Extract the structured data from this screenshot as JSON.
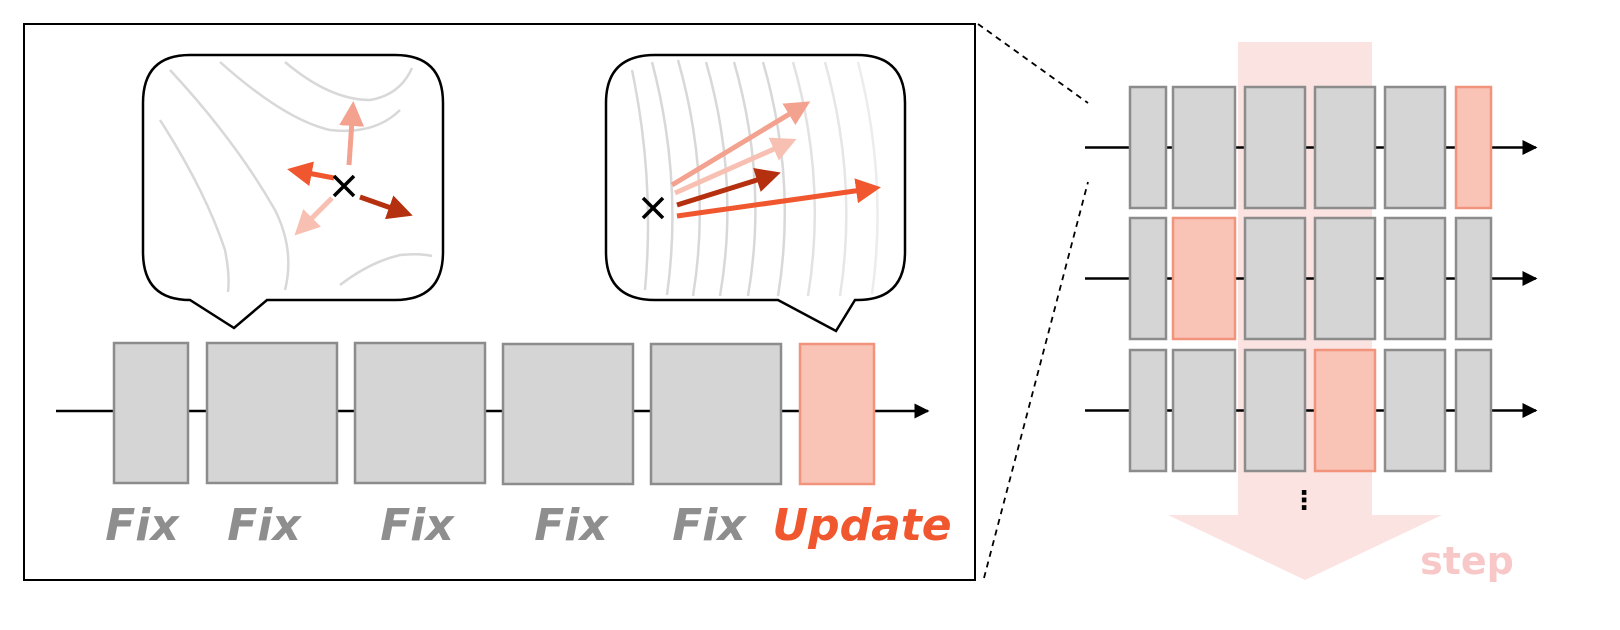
{
  "colors": {
    "fix_fill": "#d5d5d5",
    "fix_stroke": "#8c8c8c",
    "update_fill": "#f9c3b6",
    "update_stroke": "#f2937c",
    "update_text": "#f0572e",
    "fix_text": "#8e8e8e",
    "step_arrow": "#fbe3e1",
    "step_text": "#f7c8c7",
    "arrow_light": "#f4a290",
    "arrow_lighter": "#f8c0b2",
    "arrow_mid": "#f0572e",
    "arrow_dark": "#b5300f"
  },
  "main_panel": {
    "blocks": [
      {
        "label": "Fix",
        "state": "fix"
      },
      {
        "label": "Fix",
        "state": "fix"
      },
      {
        "label": "Fix",
        "state": "fix"
      },
      {
        "label": "Fix",
        "state": "fix"
      },
      {
        "label": "Fix",
        "state": "fix"
      },
      {
        "label": "Update",
        "state": "update"
      }
    ]
  },
  "stack_panel": {
    "rows": [
      {
        "updated_index": 5
      },
      {
        "updated_index": 1
      },
      {
        "updated_index": 3
      }
    ],
    "ellipsis": "⋮",
    "step_label": "step"
  }
}
